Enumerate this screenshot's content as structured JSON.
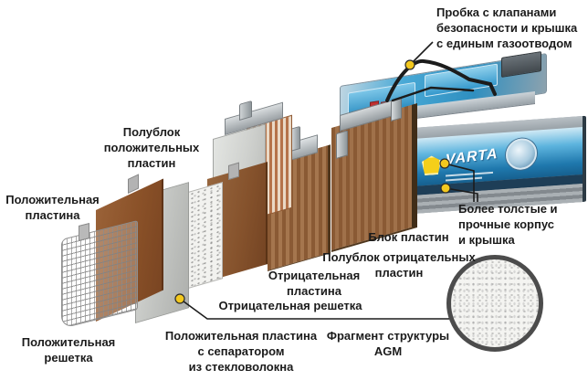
{
  "labels": {
    "plug_valve": "Пробка с клапанами\nбезопасности и крышка\nс единым газоотводом",
    "halfblock_positive": "Полублок\nположительных\nпластин",
    "positive_plate": "Положительная\nпластина",
    "positive_grid": "Положительная\nрешетка",
    "negative_plate": "Отрицательная\nпластина",
    "negative_grid": "Отрицательная решетка",
    "positive_plate_separator": "Положительная пластина\nс сепаратором\nиз стекловолокна",
    "plate_block": "Блок пластин",
    "halfblock_negative": "Полублок отрицательных\nпластин",
    "case_cover": "Более толстые и\nпрочные корпус\nи крышка",
    "agm_fragment": "Фрагмент структуры\nAGM"
  },
  "battery": {
    "brand": "VARTA"
  },
  "colors": {
    "callout_dot": "#f3c81e",
    "callout_line": "#1c1c1c",
    "label_text": "#1b1b1b",
    "plate_brown": "#8a5128",
    "separator_gray": "#c2c4c1",
    "battery_label_blue": "#2e8fc0",
    "logo_yellow": "#f5cf1a"
  }
}
